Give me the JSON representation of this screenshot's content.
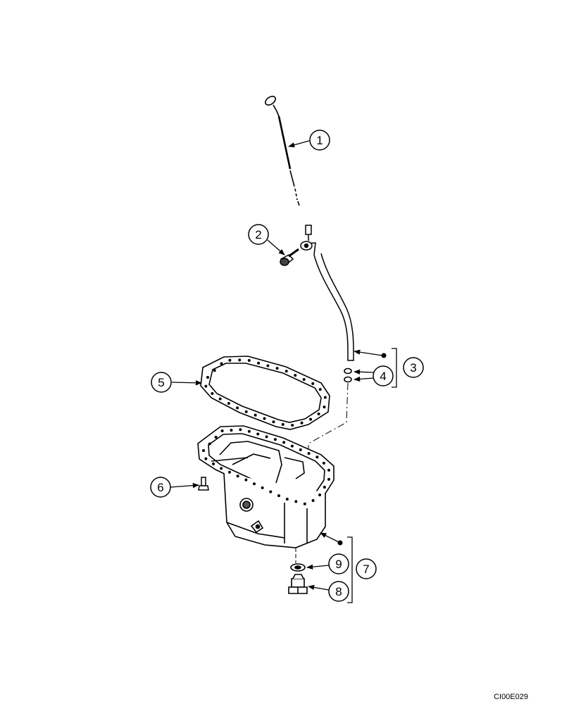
{
  "diagram": {
    "drawing_code": "CI00E029",
    "callouts": [
      {
        "id": "c1",
        "label": "1"
      },
      {
        "id": "c2",
        "label": "2"
      },
      {
        "id": "c3",
        "label": "3"
      },
      {
        "id": "c4",
        "label": "4"
      },
      {
        "id": "c5",
        "label": "5"
      },
      {
        "id": "c6",
        "label": "6"
      },
      {
        "id": "c7",
        "label": "7"
      },
      {
        "id": "c8",
        "label": "8"
      },
      {
        "id": "c9",
        "label": "9"
      }
    ]
  }
}
